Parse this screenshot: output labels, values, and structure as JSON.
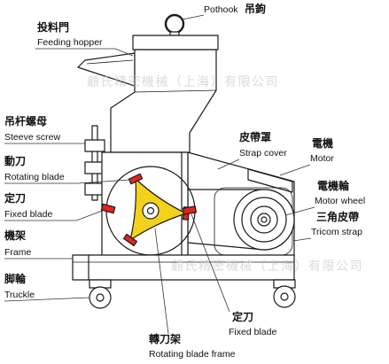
{
  "labels": {
    "pothook": {
      "en": "Pothook",
      "zh": "吊鉤"
    },
    "feeding_hopper": {
      "zh": "投料門",
      "en": "Feeding hopper"
    },
    "sleeve_screw": {
      "zh": "吊杆螺母",
      "en": "Steeve screw"
    },
    "rotating_blade": {
      "zh": "動刀",
      "en": "Rotating blade"
    },
    "fixed_blade_left": {
      "zh": "定刀",
      "en": "Fixed blade"
    },
    "frame": {
      "zh": "機架",
      "en": "Frame"
    },
    "truckle": {
      "zh": "脚輪",
      "en": "Truckle"
    },
    "strap_cover": {
      "zh": "皮帶罩",
      "en": "Strap cover"
    },
    "motor": {
      "zh": "電機",
      "en": "Motor"
    },
    "motor_wheel": {
      "zh": "電機輪",
      "en": "Motor wheel"
    },
    "tricom_strap": {
      "zh": "三角皮帶",
      "en": "Tricom strap"
    },
    "fixed_blade_bottom": {
      "zh": "定刀",
      "en": "Fixed blade"
    },
    "rotating_blade_frame": {
      "zh": "轉刀架",
      "en": "Rotating blade frame"
    }
  },
  "watermark": {
    "text": "顧氏精密機械（上海）有限公司"
  },
  "colors": {
    "blade": "#e3241b",
    "rotor_frame": "#f3d21c",
    "watermark": "#bdbdbd"
  }
}
